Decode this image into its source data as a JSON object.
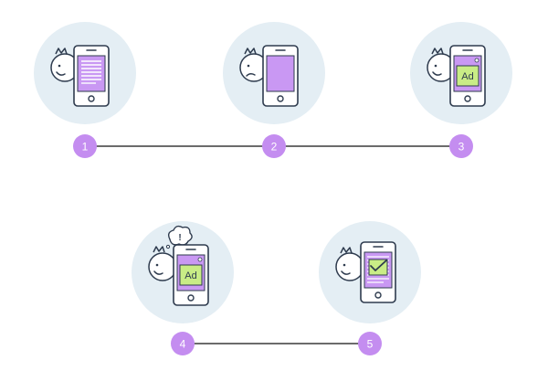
{
  "steps": [
    {
      "number": "1",
      "screen": "article-text",
      "face": "smile"
    },
    {
      "number": "2",
      "screen": "blank",
      "face": "frown"
    },
    {
      "number": "3",
      "screen": "ad",
      "face": "smile",
      "ad_label": "Ad"
    },
    {
      "number": "4",
      "screen": "ad",
      "face": "smile",
      "ad_label": "Ad",
      "alert": "!"
    },
    {
      "number": "5",
      "screen": "checked-content",
      "face": "smile"
    }
  ],
  "colors": {
    "circle_bg": "#e4eef4",
    "badge": "#c48df0",
    "badge_text": "#ffffff",
    "screen": "#c998f3",
    "ad_box": "#c9ec86",
    "line": "#3a3a3a",
    "outline": "#2e3b4e"
  }
}
